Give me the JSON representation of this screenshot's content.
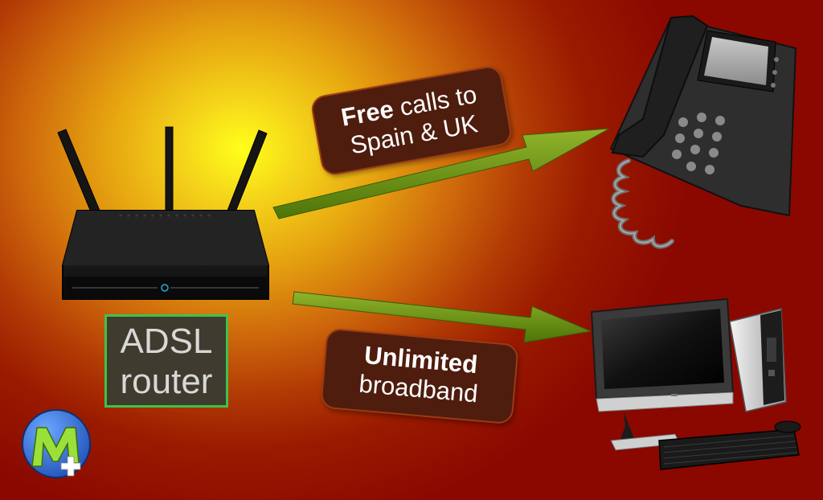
{
  "device_label": {
    "line1": "ADSL",
    "line2": "router"
  },
  "calls_label": {
    "bold": "Free",
    "rest": " calls to",
    "line2": "Spain & UK"
  },
  "broadband_label": {
    "line1": "Unlimited",
    "line2": "broadband"
  },
  "devices": {
    "source": "router-icon",
    "targets": [
      "desk-phone-icon",
      "desktop-computer-icon"
    ]
  },
  "logo": {
    "lettering": "M+"
  },
  "colors": {
    "background_center": "#ffff1a",
    "background_edge": "#8a0800",
    "arrow_fill": "#6e9412",
    "label_box_fill": "#4e1d0e",
    "router_label_border": "#3ec24a",
    "logo_disc": "#2f6fd8"
  }
}
